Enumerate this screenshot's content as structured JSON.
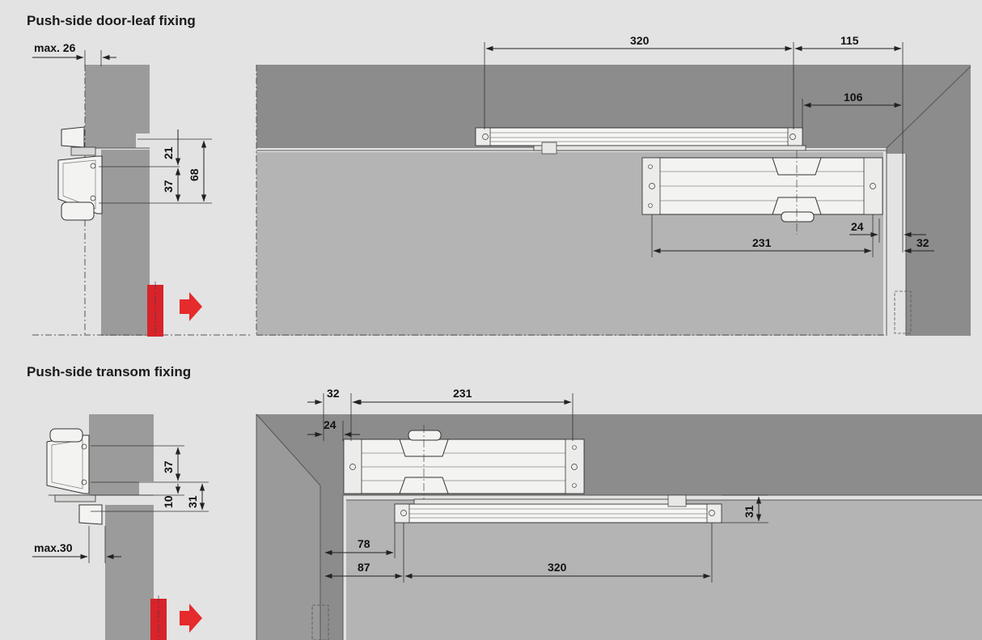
{
  "sections": {
    "door_leaf": {
      "title": "Push-side door-leaf fixing"
    },
    "transom": {
      "title": "Push-side transom fixing"
    }
  },
  "dimensions": {
    "top_side": {
      "max_label": "max. 26",
      "d21": "21",
      "d37": "37",
      "d68": "68"
    },
    "top_front": {
      "d320": "320",
      "d115": "115",
      "d106": "106",
      "d24": "24",
      "d231": "231",
      "d32": "32"
    },
    "bottom_side": {
      "d37": "37",
      "d10": "10",
      "d31": "31",
      "max_label": "max.30"
    },
    "bottom_front": {
      "d32": "32",
      "d231": "231",
      "d24": "24",
      "d31": "31",
      "d78": "78",
      "d87": "87",
      "d320": "320"
    }
  },
  "colors": {
    "background": "#e3e3e4",
    "wall_dark": "#8c8c8c",
    "wall_light": "#b4b4b5",
    "door_grey": "#9b9b9c",
    "handle_red": "#d8232a",
    "arrow_red": "#e52b2b"
  },
  "icons": {
    "push_direction": "arrow-right-icon"
  }
}
